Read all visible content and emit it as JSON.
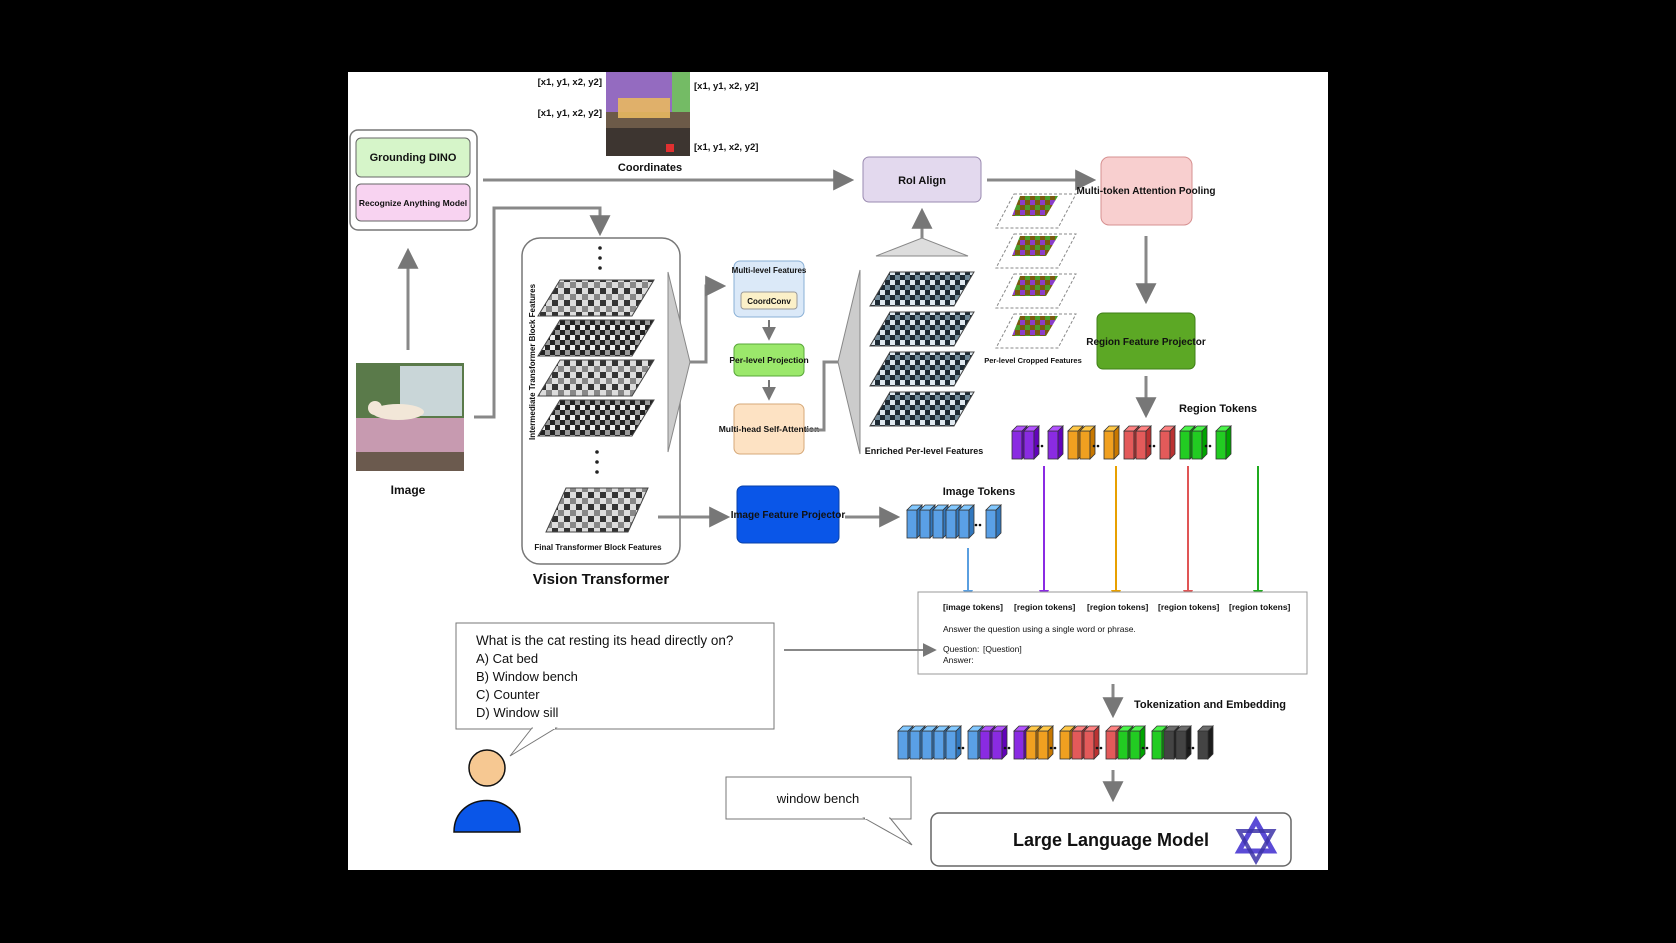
{
  "grounding": {
    "dino_label": "Grounding DINO",
    "ram_label": "Recognize Anything Model",
    "image_label": "Image",
    "coordinates_label": "Coordinates",
    "boxes": [
      {
        "text": "[x1, y1, x2, y2]",
        "color": "#8a2be2"
      },
      {
        "text": "[x1, y1, x2, y2]",
        "color": "#e38b00"
      },
      {
        "text": "[x1, y1, x2, y2]",
        "color": "#1aa31a"
      },
      {
        "text": "[x1, y1, x2, y2]",
        "color": "#d62828"
      }
    ]
  },
  "vit": {
    "title": "Vision Transformer",
    "intermediate_label": "Intermediate Transformer Block Features",
    "final_label": "Final Transformer Block Features"
  },
  "modules": {
    "multilevel": "Multi-level Features",
    "coordconv": "CoordConv",
    "per_level_projection": "Per-level Projection",
    "self_attention": "Multi-head Self-Attention",
    "enriched": "Enriched Per-level Features",
    "roi_align": "RoI Align",
    "cropped": "Per-level Cropped Features",
    "pooling": "Multi-token Attention Pooling",
    "region_projector": "Region Feature Projector",
    "region_tokens": "Region Tokens",
    "image_projector": "Image Feature Projector",
    "image_tokens": "Image Tokens",
    "tokenization": "Tokenization and Embedding",
    "llm": "Large Language Model"
  },
  "prompt": {
    "tags": [
      {
        "text": "[image tokens]",
        "color": "#5a9fe0"
      },
      {
        "text": "[region tokens]",
        "color": "#8a2be2"
      },
      {
        "text": "[region tokens]",
        "color": "#e8a000"
      },
      {
        "text": "[region tokens]",
        "color": "#e05555"
      },
      {
        "text": "[region tokens]",
        "color": "#1faa1f"
      }
    ],
    "instruction": "Answer the question using a single word or phrase.",
    "question_label": "Question:",
    "question_placeholder": "[Question]",
    "answer_label": "Answer:"
  },
  "dialog": {
    "question": "What is the cat resting its head directly on?",
    "options": [
      "A) Cat bed",
      "B) Window bench",
      "C) Counter",
      "D) Window sill"
    ],
    "answer": "window bench"
  },
  "colors": {
    "purple": "#8a2be2",
    "orange": "#f0a020",
    "red": "#e35a5a",
    "green": "#22cc22",
    "blue": "#5aa0e6",
    "dark": "#444444"
  }
}
